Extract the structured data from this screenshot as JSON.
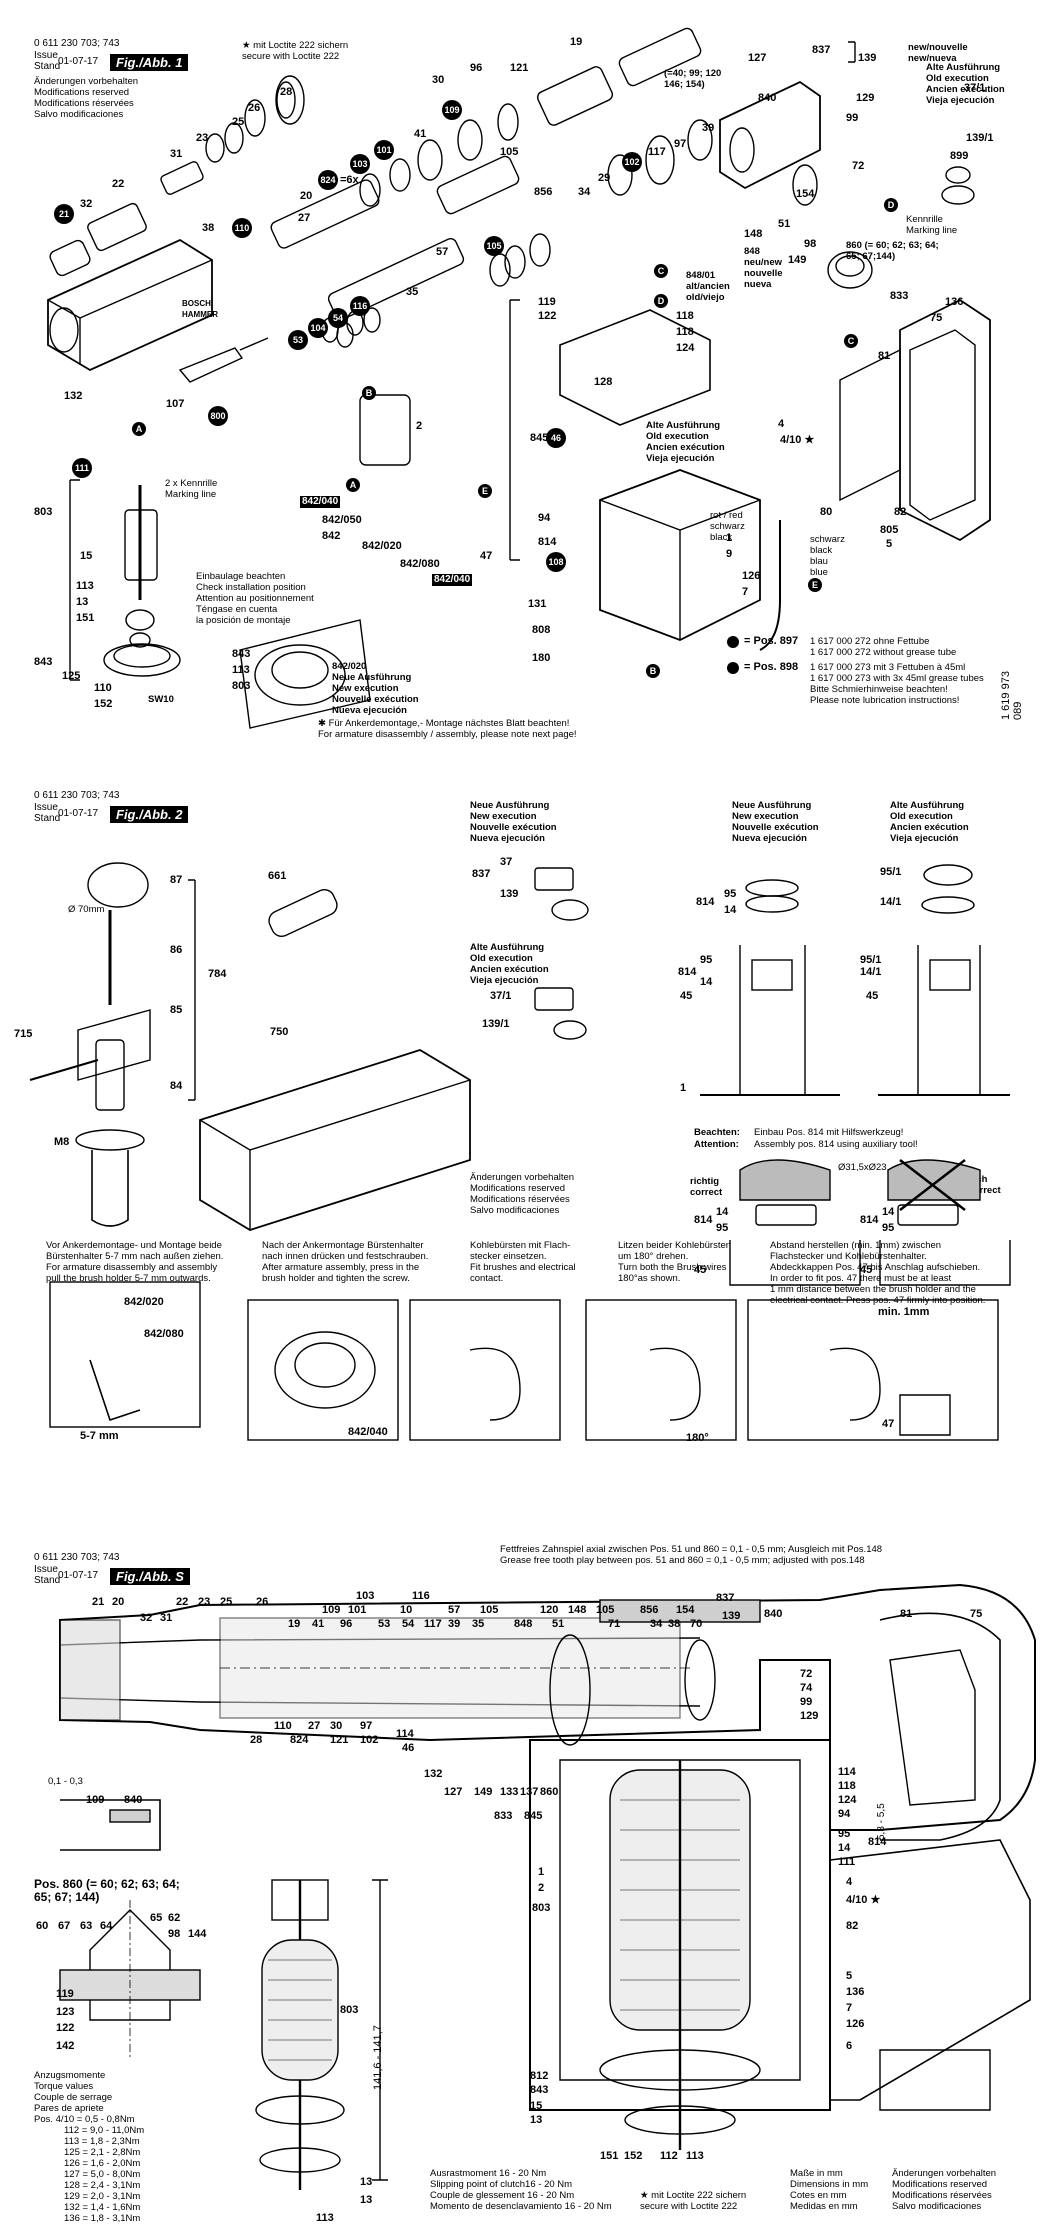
{
  "sheet1": {
    "doc_no": "0 611 230 703; 743",
    "issue_label": "Issue",
    "stand_label": "Stand",
    "date": "01-07-17",
    "fig": "Fig./Abb. 1",
    "loctite": "★ mit Loctite 222 sichern\nsecure with Loctite 222",
    "changes": "Änderungen vorbehalten\nModifications reserved\nModifications réservées\nSalvo modificaciones",
    "new_exec_small": "new/nouvelle\nnew/nueva",
    "old_exec": "Alte Ausführung\nOld execution\nAncien exécution\nVieja ejecución",
    "variants": "(=40; 99; 120\n146; 154)",
    "old_alt": "848/01\nalt/ancien\nold/viejo",
    "new_alt": "848\nneu/new\nnouvelle\nnueva",
    "kennrille": "Kennrille\nMarking line",
    "kennrille2": "2 x Kennrille\nMarking line",
    "pos860": "860 (= 60; 62; 63; 64;\n65; 67;144)",
    "install_note": "Einbaulage beachten\nCheck installation position\nAttention au positionnement\nTéngase en cuenta\nla posición de montaje",
    "new_exec": "842/020\nNeue Ausführung\nNew execution\nNouvelle exécution\nNueva ejecución",
    "armature_note": "✱ Für Ankerdemontage,- Montage nächstes Blatt beachten!\nFor armature disassembly / assembly, please note next page!",
    "wire_colors": "rot / red\nschwarz\nblack",
    "wire_colors2": "schwarz\nblack\nblau\nblue",
    "pos897_a": "= Pos. 897",
    "pos897_b": "1 617 000 272 ohne Fettube\n1 617 000 272 without grease tube",
    "pos898_a": "= Pos. 898",
    "pos898_b": "1 617 000 273 mit 3 Fettuben à 45ml\n1 617 000 273 with 3x 45ml grease tubes\nBitte Schmierhinweise beachten!\nPlease note lubrication instructions!",
    "side_code": "1 619 973 089",
    "sw": "SW10",
    "brand": "BOSCH\nHAMMER"
  },
  "sheet2": {
    "doc_no": "0 611 230 703; 743",
    "issue_label": "Issue",
    "stand_label": "Stand",
    "date": "01-07-17",
    "fig": "Fig./Abb. 2",
    "new_exec": "Neue Ausführung\nNew execution\nNouvelle exécution\nNueva ejecución",
    "old_exec": "Alte Ausführung\nOld execution\nAncien exécution\nVieja ejecución",
    "diam70": "Ø 70mm",
    "changes": "Änderungen vorbehalten\nModifications reserved\nModifications réservées\nSalvo modificaciones",
    "beachten_a": "Beachten:",
    "beachten_b": "Einbau Pos. 814 mit Hilfswerkzeug!",
    "attention_a": "Attention:",
    "attention_b": "Assembly pos. 814 using auxiliary tool!",
    "correct": "richtig\ncorrect",
    "incorrect": "falsch\nincorrect",
    "diam_tool": "Ø31,5xØ23"
  },
  "steps": [
    "Vor Ankerdemontage- und Montage beide\nBürstenhalter 5-7 mm nach außen ziehen.\nFor armature disassembly and assembly\npull the brush holder 5-7 mm outwards.",
    "Nach der Ankermontage Bürstenhalter\nnach innen drücken und festschrauben.\nAfter armature assembly, press in the\nbrush holder and tighten the screw.",
    "Kohlebürsten mit Flach-\nstecker einsetzen.\nFit brushes and electrical\ncontact.",
    "Litzen beider Kohlebürsten\num 180° drehen.\nTurn both the Brush wires\n180°as shown.",
    "Abstand herstellen (min. 1mm) zwischen\nFlachstecker und Kohlebürstenhalter.\nAbdeckkappen Pos. 47 bis Anschlag aufschieben.\nIn order to fit pos. 47 there must be at least\n1 mm distance between the brush holder and the\nelectrical contact. Press pos. 47 firmly into position."
  ],
  "steps_labels": {
    "a": "842/020",
    "b": "842/080",
    "c": "5-7 mm",
    "d": "842/040",
    "e": "180°",
    "f": "min. 1mm",
    "g": "47"
  },
  "sheetS": {
    "doc_no": "0 611 230 703; 743",
    "issue_label": "Issue",
    "stand_label": "Stand",
    "date": "01-07-17",
    "fig": "Fig./Abb. S",
    "grease_note": "Fettfreies Zahnspiel axial zwischen Pos. 51 und 860 = 0,1 - 0,5 mm; Ausgleich mit Pos.148\nGrease free tooth play between pos. 51 and 860 = 0,1 - 0,5 mm; adjusted with pos.148",
    "gap": "0,1 - 0,3",
    "pos860": "Pos. 860 (= 60; 62; 63; 64;\n65; 67; 144)",
    "torque_title": "Anzugsmomente\nTorque values\nCouple de serrage\nPares de apriete",
    "torque": [
      "Pos. 4/10 = 0,5 - 0,8Nm",
      "112 = 9,0 - 11,0Nm",
      "113 = 1,8 - 2,3Nm",
      "125 = 2,1 - 2,8Nm",
      "126 = 1,6 - 2,0Nm",
      "127 = 5,0 - 8,0Nm",
      "128 = 2,4 - 3,1Nm",
      "129 = 2,0 - 3,1Nm",
      "132 = 1,4 - 1,6Nm",
      "136 = 1,8 - 3,1Nm"
    ],
    "dim": "141,6 - 141,7",
    "dim2": "5,3 - 5,5",
    "slip": "Ausrastmoment 16 - 20 Nm\nSlipping point of clutch16 - 20 Nm\nCouple de glessement 16 - 20 Nm\nMomento de desenclavamiento 16 - 20 Nm",
    "loctite": "★ mit Loctite 222 sichern\nsecure with Loctite 222",
    "dims": "Maße in mm\nDimensions in mm\nCotes en mm\nMedidas en mm",
    "changes": "Änderungen vorbehalten\nModifications reserved\nModifications réservées\nSalvo modificaciones"
  }
}
